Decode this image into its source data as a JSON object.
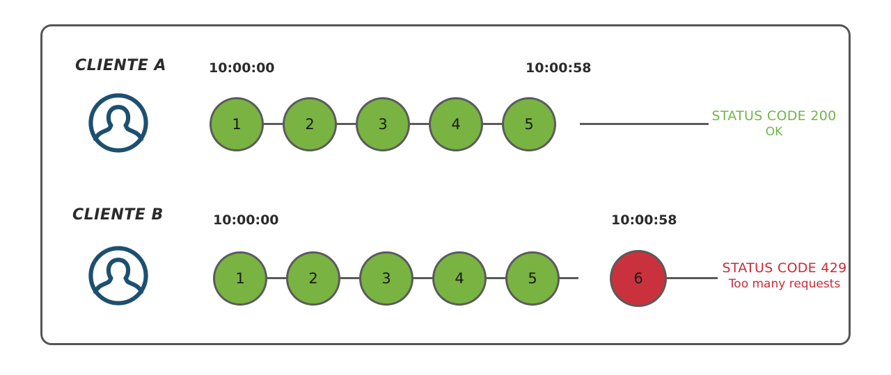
{
  "diagram": {
    "title_hidden": "",
    "frame": {
      "border_color": "#555555"
    },
    "palette": {
      "green": "#79b342",
      "red": "#c9323c",
      "node_border": "#5a5a5a",
      "avatar": "#1d5070",
      "text": "#2b2b2b",
      "status_ok": "#6fb748",
      "status_error": "#cc2936"
    },
    "rows": [
      {
        "id": "client-a",
        "client_label": "CLIENTE A",
        "avatar_icon": "person-avatar-icon",
        "start_time": "10:00:00",
        "end_time": "10:00:58",
        "nodes": [
          {
            "label": "1",
            "state": "ok"
          },
          {
            "label": "2",
            "state": "ok"
          },
          {
            "label": "3",
            "state": "ok"
          },
          {
            "label": "4",
            "state": "ok"
          },
          {
            "label": "5",
            "state": "ok"
          }
        ],
        "status": {
          "line1": "STATUS CODE 200",
          "line2": "OK",
          "color": "#6fb748"
        }
      },
      {
        "id": "client-b",
        "client_label": "CLIENTE B",
        "avatar_icon": "person-avatar-icon",
        "start_time": "10:00:00",
        "end_time": "10:00:58",
        "nodes": [
          {
            "label": "1",
            "state": "ok"
          },
          {
            "label": "2",
            "state": "ok"
          },
          {
            "label": "3",
            "state": "ok"
          },
          {
            "label": "4",
            "state": "ok"
          },
          {
            "label": "5",
            "state": "ok"
          },
          {
            "label": "6",
            "state": "error"
          }
        ],
        "status": {
          "line1": "STATUS CODE 429",
          "line2": "Too many requests",
          "color": "#cc2936"
        }
      }
    ]
  }
}
